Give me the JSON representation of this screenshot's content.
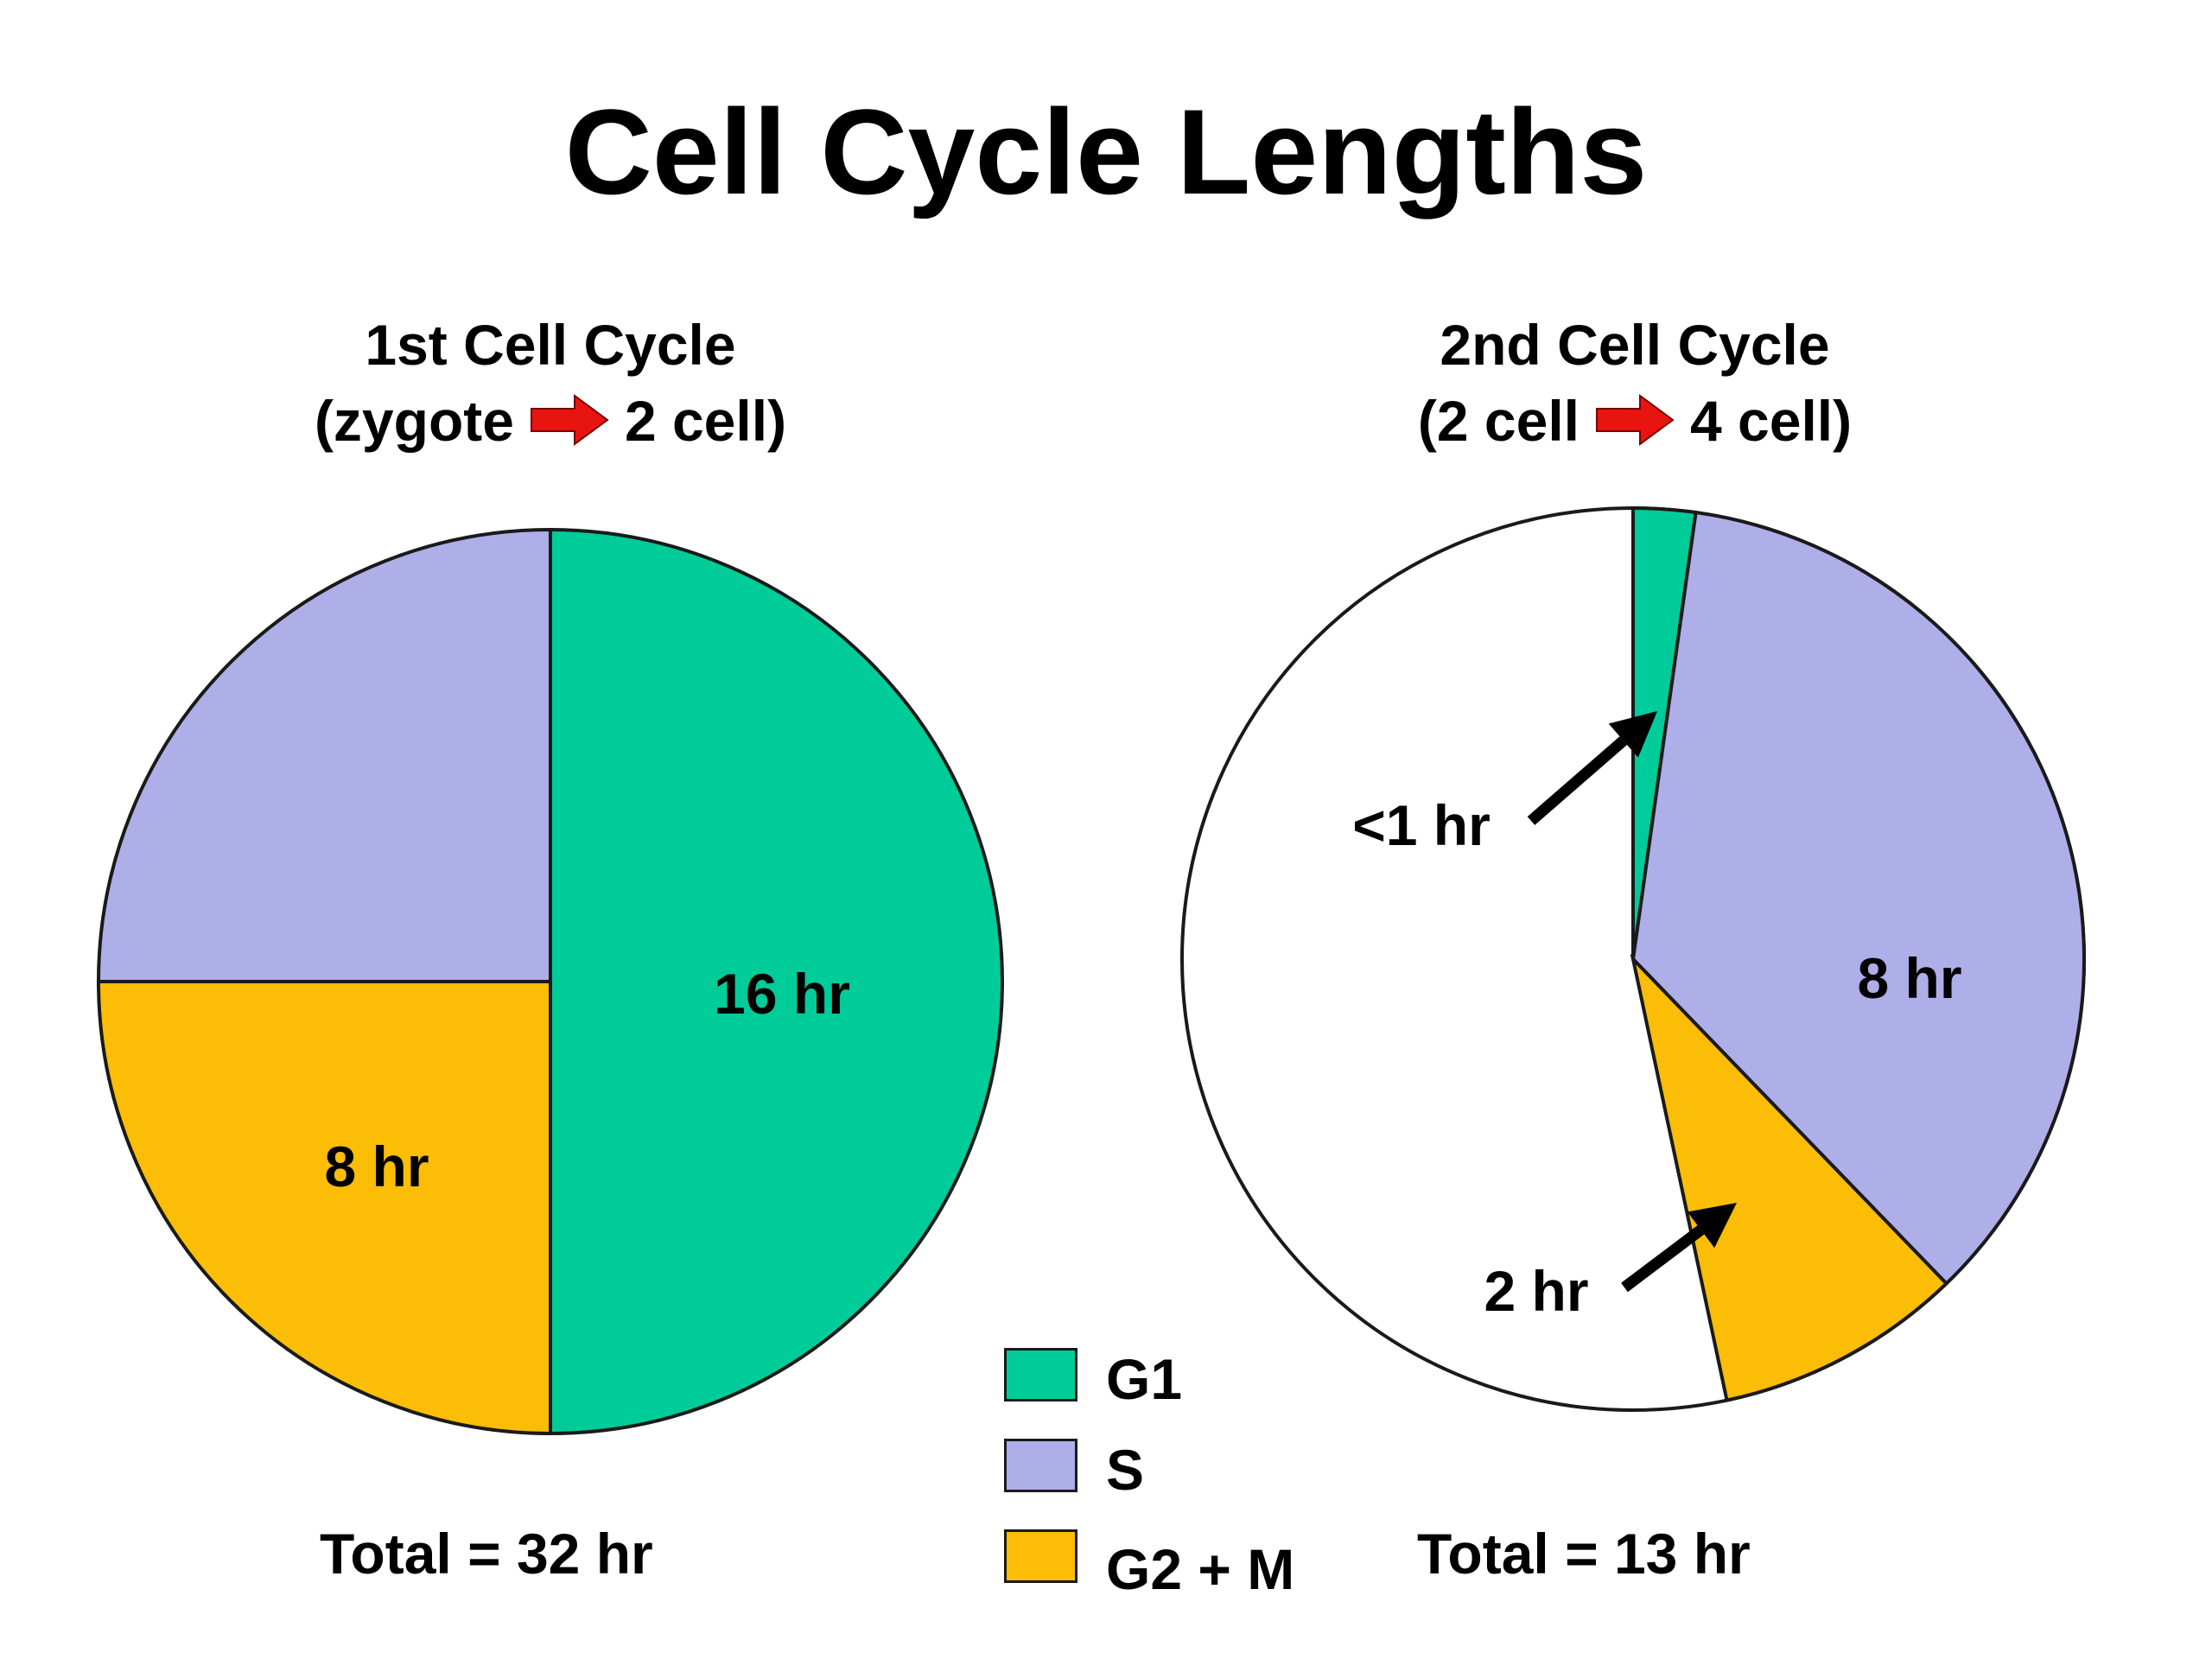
{
  "title": "Cell Cycle Lengths",
  "colors": {
    "G1": "#00cc99",
    "S": "#aeaee9",
    "G2M": "#fbbd05",
    "other": "#ffffff",
    "arrow": "#e8140f"
  },
  "chart_data": [
    {
      "type": "pie",
      "subtitle_line1": "1st Cell Cycle",
      "subtitle_from": "(zygote",
      "subtitle_to": "2 cell)",
      "total": "Total = 32 hr",
      "slices": [
        {
          "name": "G1",
          "value": 16,
          "label": "16 hr"
        },
        {
          "name": "G2 + M",
          "value": 8,
          "label": "8 hr"
        },
        {
          "name": "S",
          "value": 8,
          "label": "8 hr"
        }
      ]
    },
    {
      "type": "pie",
      "subtitle_line1": "2nd Cell Cycle",
      "subtitle_from": "(2 cell",
      "subtitle_to": "4 cell)",
      "total": "Total = 13 hr",
      "slices": [
        {
          "name": "G1",
          "value": 0.5,
          "label": "<1 hr"
        },
        {
          "name": "S",
          "value": 8,
          "label": "8 hr"
        },
        {
          "name": "G2 + M",
          "value": 2,
          "label": "2 hr"
        }
      ],
      "full_circle_value": 22.5
    }
  ],
  "legend": [
    {
      "key": "G1",
      "label": "G1"
    },
    {
      "key": "S",
      "label": "S"
    },
    {
      "key": "G2M",
      "label": "G2 + M"
    }
  ]
}
